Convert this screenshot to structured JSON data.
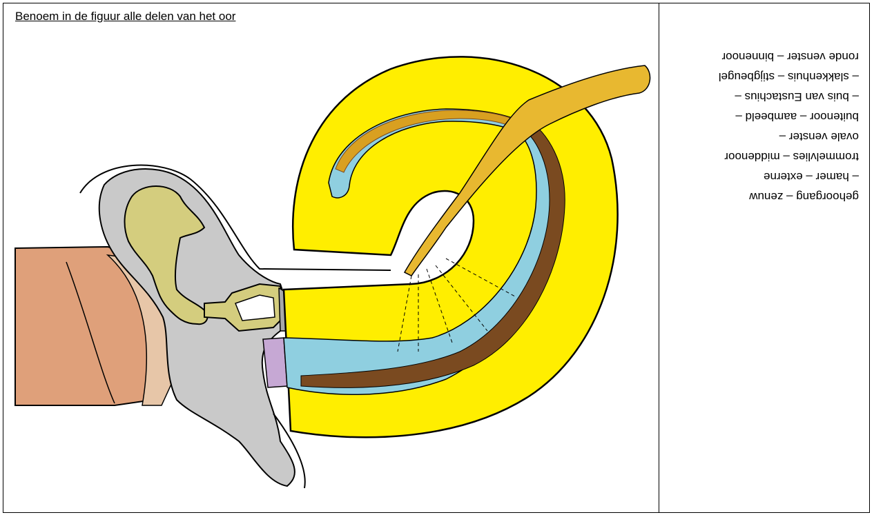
{
  "worksheet": {
    "instruction": "Benoem in de figuur alle delen van het oor"
  },
  "word_bank": {
    "lines": [
      "ronde venster – binnenoor",
      "– slakkenhuis – stijgbeugel",
      "– buis van Eustachius –",
      "buitenoor – aambeeld –",
      "ovale venster –",
      "trommelvlies – middenoor",
      "– hamer – externe",
      "gehoorgang – zenuw"
    ],
    "orientation": "rotated 180 degrees"
  },
  "figure": {
    "subject": "cross-section of the ear",
    "colors": {
      "outer_tissue": "#dfa07a",
      "canal_tissue": "#e7c6a8",
      "bone": "#c9c9c9",
      "ossicles": "#d4cd7e",
      "cochlea_fluid": "#ffee00",
      "duct": "#8fcfe0",
      "membrane": "#7a4a20",
      "nerve": "#e8b830",
      "window": "#c6a8d4"
    }
  }
}
